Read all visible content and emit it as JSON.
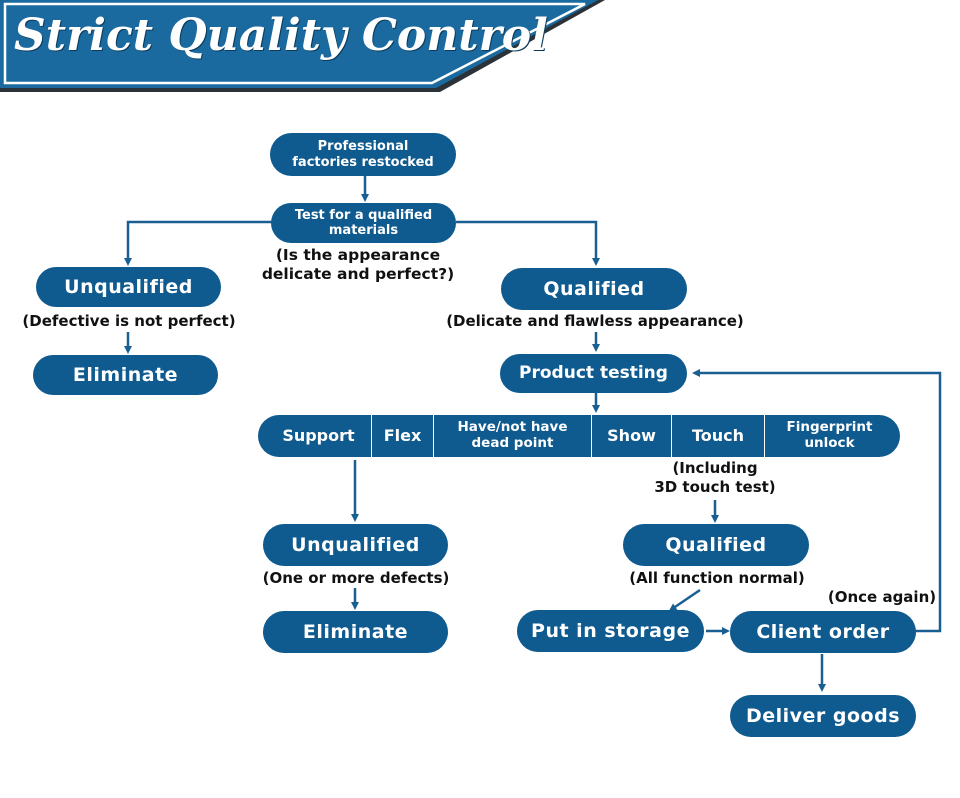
{
  "banner": {
    "title": "Strict Quality Control"
  },
  "nodes": {
    "restocked": "Professional\nfactories restocked",
    "test_materials": "Test for a qualified\nmaterials",
    "unqualified_left": "Unqualified",
    "eliminate_left": "Eliminate",
    "qualified_right": "Qualified",
    "product_testing": "Product testing",
    "unqualified_mid": "Unqualified",
    "eliminate_mid": "Eliminate",
    "qualified_mid": "Qualified",
    "put_in_storage": "Put in storage",
    "client_order": "Client order",
    "deliver_goods": "Deliver goods"
  },
  "labels": {
    "appearance_question": "(Is the appearance\ndelicate and perfect?)",
    "defective": "(Defective is not perfect)",
    "delicate_flawless": "(Delicate and flawless appearance)",
    "including_3d": "(Including\n3D touch test)",
    "one_or_more": "(One or more defects)",
    "all_function": "(All function normal)",
    "once_again": "(Once again)"
  },
  "tests": [
    {
      "label": "Support"
    },
    {
      "label": "Flex"
    },
    {
      "label": "Have/not have\ndead point"
    },
    {
      "label": "Show"
    },
    {
      "label": "Touch"
    },
    {
      "label": "Fingerprint\nunlock"
    }
  ],
  "colors": {
    "node_fill": "#0f5a8e",
    "banner_fill": "#1a6aa0",
    "connector": "#1a5f92"
  }
}
